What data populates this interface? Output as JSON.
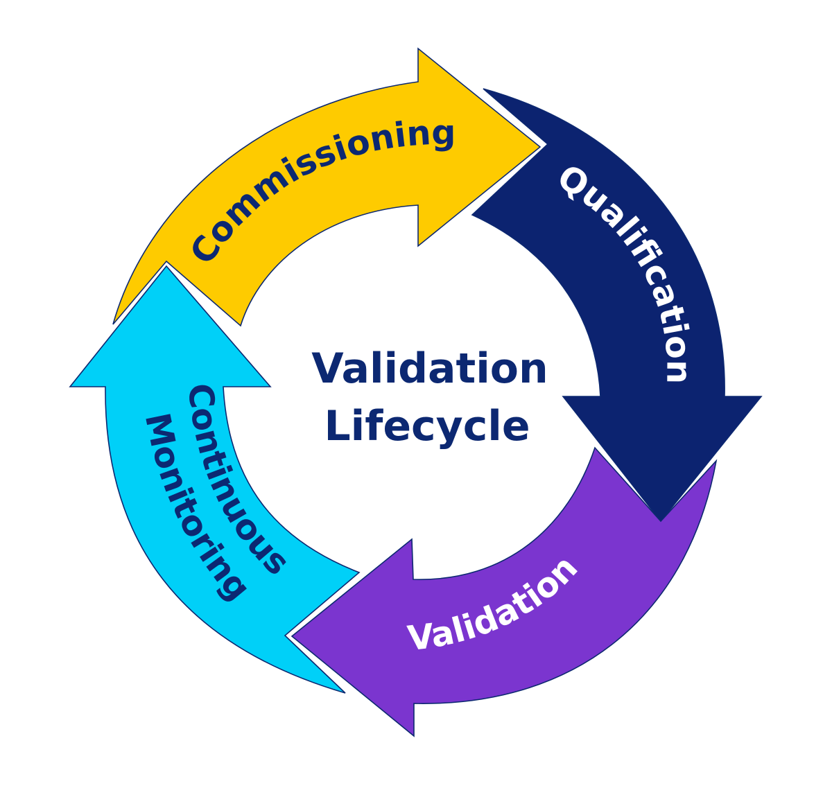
{
  "diagram": {
    "center_title": {
      "line1": "Validation",
      "line2": "Lifecycle",
      "color": "#0c2872"
    },
    "stages": [
      {
        "id": "commissioning",
        "label": "Commissioning",
        "fill": "#fecb00",
        "text_color": "#0c2872",
        "direction": "clockwise-right"
      },
      {
        "id": "qualification",
        "label": "Qualification",
        "fill": "#0c2370",
        "text_color": "#ffffff",
        "direction": "clockwise-down"
      },
      {
        "id": "validation",
        "label": "Validation",
        "fill": "#7b35cf",
        "text_color": "#ffffff",
        "direction": "clockwise-left"
      },
      {
        "id": "continuous-monitoring",
        "label_line1": "Continuous",
        "label_line2": "Monitoring",
        "fill": "#00d0f8",
        "text_color": "#0c2872",
        "direction": "clockwise-up"
      }
    ],
    "outline_color": "#0c2870"
  }
}
